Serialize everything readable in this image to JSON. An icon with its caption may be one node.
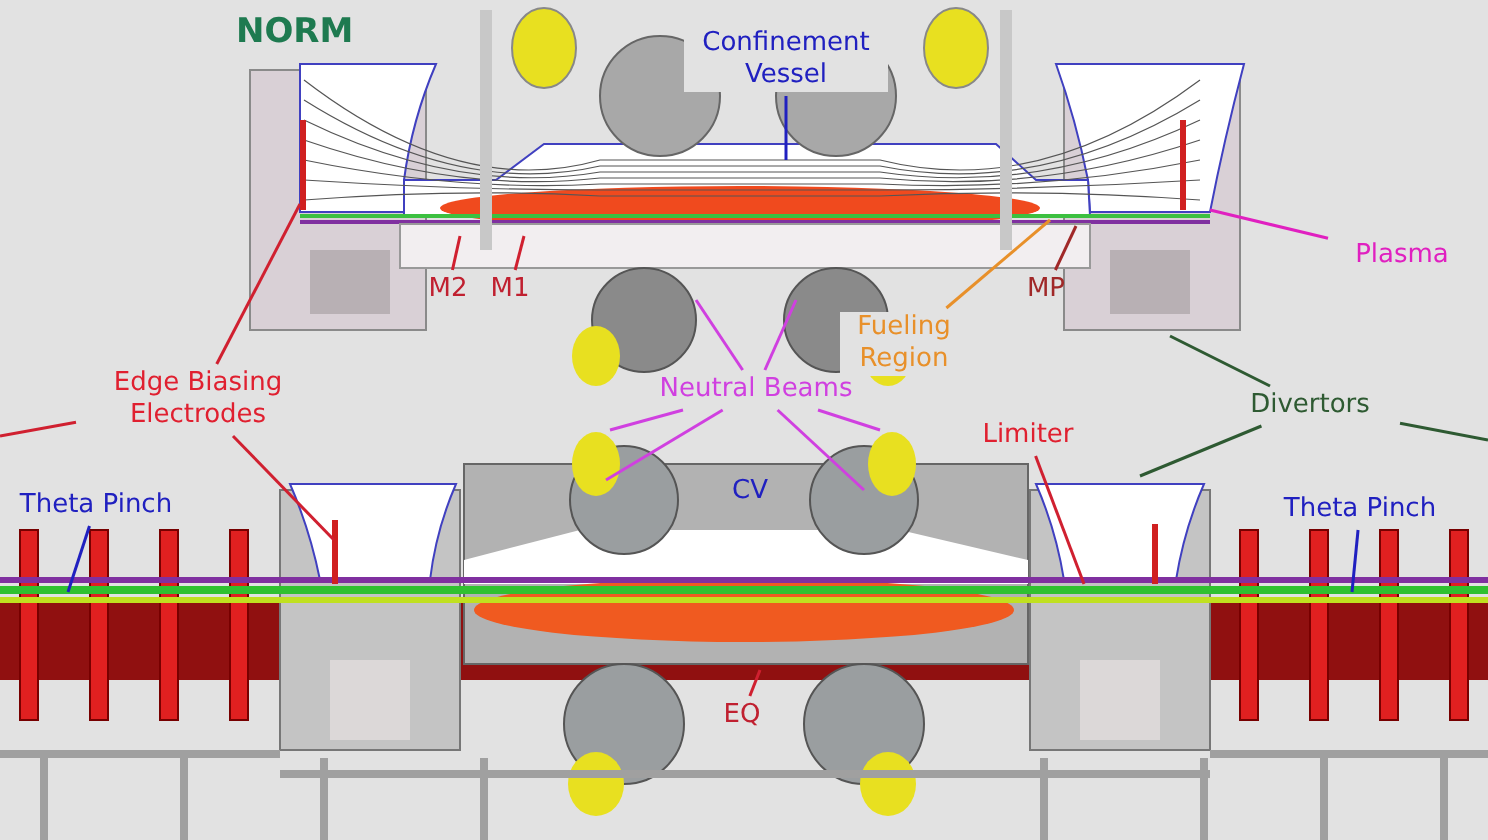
{
  "diagram": {
    "nodes": [
      {
        "text": [
          "Confinement Vessel"
        ]
      },
      {
        "text": [
          "M2"
        ]
      },
      {
        "text": [
          "M1"
        ]
      },
      {
        "text": [
          "MP"
        ]
      },
      {
        "text": [
          "Fueling Region"
        ]
      },
      {
        "text": [
          "Plasma"
        ]
      },
      {
        "text": [
          "Edge Biasing Electrodes"
        ]
      },
      {
        "text": [
          "Neutral Beams"
        ]
      },
      {
        "text": [
          "Divertors"
        ]
      },
      {
        "text": [
          "Limiter"
        ]
      },
      {
        "text": [
          "Theta Pinch"
        ]
      },
      {
        "text": [
          "CV"
        ]
      },
      {
        "text": [
          "EQ"
        ]
      },
      {
        "text": [
          "Theta Pinch"
        ]
      }
    ],
    "edges": [
      {
        "from": 0,
        "to": null,
        "arrow": "none",
        "color": "#2020c0"
      },
      {
        "from": 1,
        "to": null,
        "arrow": "none"
      },
      {
        "from": 2,
        "to": null,
        "arrow": "none"
      },
      {
        "from": 3,
        "to": null,
        "arrow": "none",
        "color": "#a02828"
      },
      {
        "from": 4,
        "to": null,
        "arrow": "none",
        "color": "#e8902a"
      },
      {
        "from": 5,
        "to": null,
        "arrow": "none",
        "color": "#e020c0"
      },
      {
        "from": 6,
        "to": null,
        "arrow": "none"
      },
      {
        "from": 6,
        "to": null,
        "arrow": "none"
      },
      {
        "from": 6,
        "to": null,
        "arrow": "none"
      },
      {
        "from": 7,
        "to": null,
        "arrow": "none",
        "color": "#d040e0"
      },
      {
        "from": 7,
        "to": null,
        "arrow": "none",
        "color": "#d040e0"
      },
      {
        "from": 7,
        "to": null,
        "arrow": "none",
        "color": "#d040e0"
      },
      {
        "from": 7,
        "to": null,
        "arrow": "none",
        "color": "#d040e0"
      },
      {
        "from": 7,
        "to": null,
        "arrow": "none",
        "color": "#d040e0"
      },
      {
        "from": 7,
        "to": null,
        "arrow": "none",
        "color": "#d040e0"
      },
      {
        "from": 8,
        "to": null,
        "arrow": "none",
        "color": "#2e5a32"
      },
      {
        "from": 8,
        "to": null,
        "arrow": "none",
        "color": "#2e5a32"
      },
      {
        "from": 8,
        "to": null,
        "arrow": "none",
        "color": "#2e5a32"
      },
      {
        "from": 9,
        "to": null,
        "arrow": "none"
      },
      {
        "from": 10,
        "to": null,
        "arrow": "none",
        "color": "#2020c0"
      },
      {
        "from": 12,
        "to": null,
        "arrow": "none"
      },
      {
        "from": 13,
        "to": null,
        "arrow": "none",
        "color": "#2020c0"
      }
    ],
    "labels": [
      "NORM"
    ]
  }
}
